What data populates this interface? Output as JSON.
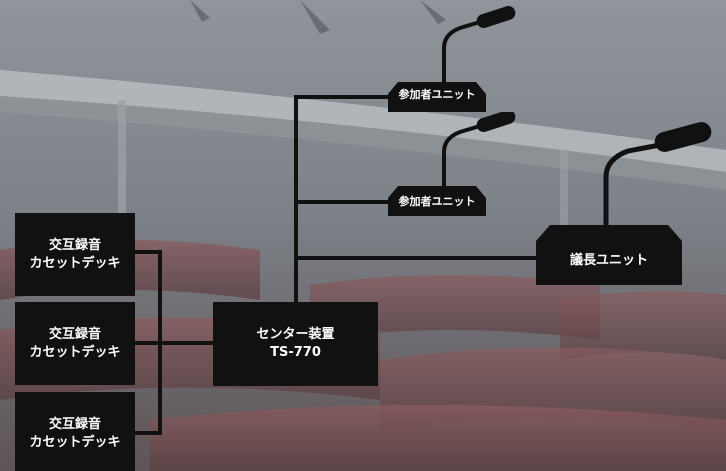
{
  "devices": {
    "deck1": {
      "line1": "交互録音",
      "line2": "カセットデッキ"
    },
    "deck2": {
      "line1": "交互録音",
      "line2": "カセットデッキ"
    },
    "deck3": {
      "line1": "交互録音",
      "line2": "カセットデッキ"
    },
    "center": {
      "line1": "センター装置",
      "line2": "TS-770"
    },
    "participant1": {
      "label": "参加者ユニット"
    },
    "participant2": {
      "label": "参加者ユニット"
    },
    "chair": {
      "label": "議長ユニット"
    }
  },
  "colors": {
    "unit_fill": "#111111",
    "wire": "#111111",
    "label_text": "#ffffff"
  },
  "icons": [
    "gooseneck-microphone-icon",
    "background-photo"
  ]
}
